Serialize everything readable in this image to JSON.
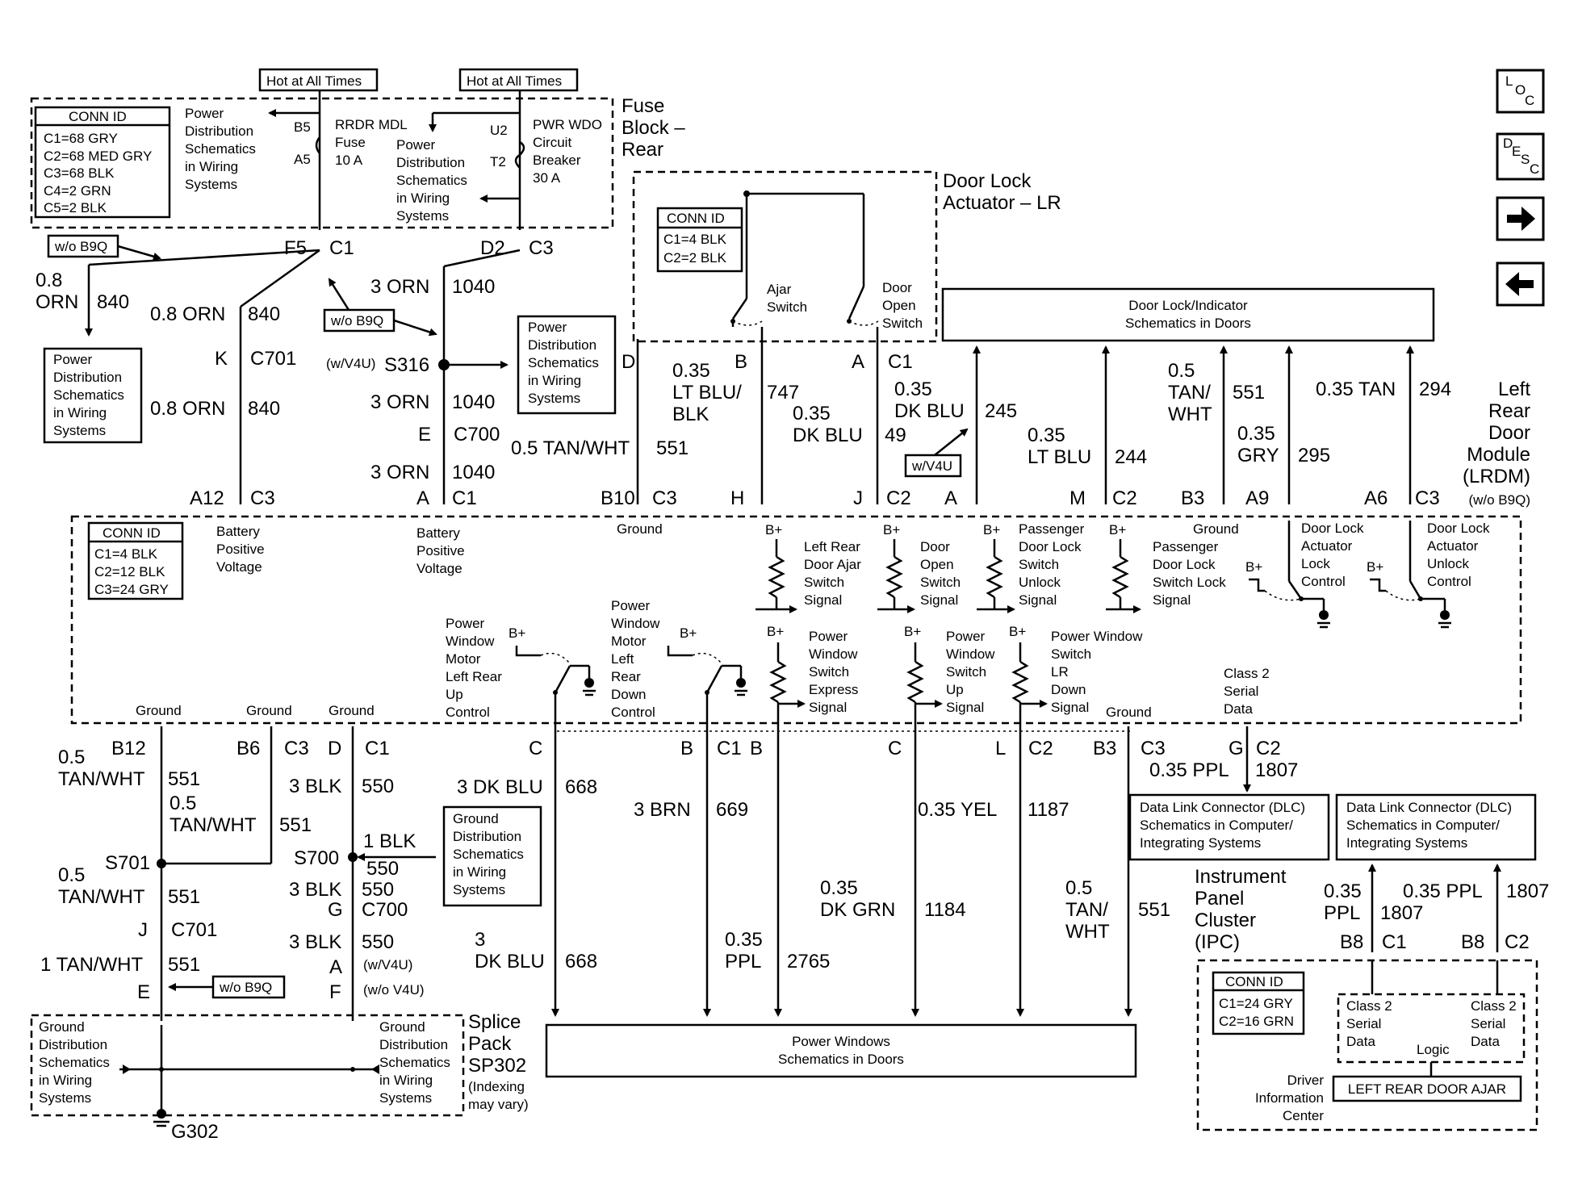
{
  "nav": {
    "loc_l": "L",
    "loc_o": "O",
    "loc_c": "C",
    "desc_d": "D",
    "desc_e": "E",
    "desc_s": "S",
    "desc_c": "C"
  },
  "top": {
    "hot1": "Hot at All Times",
    "hot2": "Hot at All Times",
    "conn_id": "CONN ID",
    "c1": "C1=68 GRY",
    "c2": "C2=68 MED GRY",
    "c3": "C3=68 BLK",
    "c4": "C4=2 GRN",
    "c5": "C5=2 BLK",
    "pd1": [
      "Power",
      "Distribution",
      "Schematics",
      "in Wiring",
      "Systems"
    ],
    "b5": "B5",
    "a5": "A5",
    "rrdr": "RRDR MDL",
    "fuse": "Fuse",
    "fuse_amp": "10 A",
    "pd2": [
      "Power",
      "Distribution",
      "Schematics",
      "in Wiring",
      "Systems"
    ],
    "u2": "U2",
    "t2": "T2",
    "pwr_wdo": "PWR WDO",
    "circuit": "Circuit",
    "breaker": "Breaker",
    "breaker_amp": "30 A",
    "fb1": "Fuse",
    "fb2": "Block –",
    "fb3": "Rear",
    "f5": "F5",
    "c1l": "C1",
    "d2": "D2",
    "c3l": "C3",
    "wo_b9q1": "w/o B9Q",
    "wo_b9q2": "w/o B9Q",
    "w08orn": "0.8",
    "w08orn2": "ORN",
    "w840": "840",
    "pd3": [
      "Power",
      "Distribution",
      "Schematics",
      "in Wiring",
      "Systems"
    ],
    "w08orn_b": "0.8 ORN",
    "w840_b": "840",
    "k": "K",
    "c701": "C701",
    "w08orn_c": "0.8 ORN",
    "w840_c": "840",
    "w3orn": "3 ORN",
    "w1040": "1040",
    "wv4u": "(w/V4U)",
    "s316": "S316",
    "pd4": [
      "Power",
      "Distribution",
      "Schematics",
      "in Wiring",
      "Systems"
    ],
    "w3orn_b": "3 ORN",
    "w1040_b": "1040",
    "e": "E",
    "c700": "C700",
    "w3orn_c": "3 ORN",
    "w1040_c": "1040",
    "a12": "A12",
    "c3m": "C3",
    "am": "A",
    "c1m": "C1"
  },
  "door": {
    "title1": "Door Lock",
    "title2": "Actuator – LR",
    "conn_id": "CONN ID",
    "c1": "C1=4 BLK",
    "c2": "C2=2 BLK",
    "ajar1": "Ajar",
    "ajar2": "Switch",
    "open1": "Door",
    "open2": "Open",
    "open3": "Switch",
    "dl_ind1": "Door Lock/Indicator",
    "dl_ind2": "Schematics in Doors",
    "pin_d": "D",
    "pin_b": "B",
    "pin_a": "A",
    "pin_c1": "C1"
  },
  "wires_mid": {
    "w035": "0.35",
    "ltblu": "LT BLU/",
    "blk": "BLK",
    "n747": "747",
    "w035b": "0.35",
    "dkblu": "DK BLU",
    "w035c": "0.35",
    "dkblu2": "DK BLU",
    "n245": "245",
    "n49": "49",
    "wv4u": "w/V4U",
    "w035d": "0.35",
    "ltblu2": "LT BLU",
    "n244": "244",
    "w05": "0.5",
    "tan": "TAN/",
    "wht": "WHT",
    "n551": "551",
    "w035e": "0.35",
    "gry": "GRY",
    "n295": "295",
    "w035tan": "0.35 TAN",
    "n294": "294",
    "tanwht05": "0.5 TAN/WHT",
    "n551b": "551",
    "lrdm1": "Left",
    "lrdm2": "Rear",
    "lrdm3": "Door",
    "lrdm4": "Module",
    "lrdm5": "(LRDM)",
    "lrdm6": "(w/o B9Q)",
    "b10": "B10",
    "c3": "C3",
    "h": "H",
    "j": "J",
    "c2": "C2",
    "a": "A",
    "m": "M",
    "c2b": "C2",
    "b3": "B3",
    "a9": "A9",
    "a6": "A6",
    "c3b": "C3"
  },
  "module": {
    "conn_id": "CONN ID",
    "c1": "C1=4 BLK",
    "c2": "C2=12 BLK",
    "c3": "C3=24 GRY",
    "bpv1": [
      "Battery",
      "Positive",
      "Voltage"
    ],
    "bpv2": [
      "Battery",
      "Positive",
      "Voltage"
    ],
    "ground_top": "Ground",
    "bplus": "B+",
    "lrdas": [
      "Left Rear",
      "Door Ajar",
      "Switch",
      "Signal"
    ],
    "doss": [
      "Door",
      "Open",
      "Switch",
      "Signal"
    ],
    "pdlsu": [
      "Passenger",
      "Door Lock",
      "Switch",
      "Unlock",
      "Signal"
    ],
    "pdlsl": [
      "Ground",
      "Passenger",
      "Door Lock",
      "Switch Lock",
      "Signal"
    ],
    "dlalc": [
      "Door Lock",
      "Actuator",
      "Lock",
      "Control"
    ],
    "dlauc": [
      "Door Lock",
      "Actuator",
      "Unlock",
      "Control"
    ],
    "pwmlru": [
      "Power",
      "Window",
      "Motor",
      "Left Rear",
      "Up",
      "Control"
    ],
    "pwmlrd": [
      "Power",
      "Window",
      "Motor",
      "Left",
      "Rear",
      "Down",
      "Control"
    ],
    "pwses": [
      "Power",
      "Window",
      "Switch",
      "Express",
      "Signal"
    ],
    "pwsus": [
      "Power",
      "Window",
      "Switch",
      "Up",
      "Signal"
    ],
    "pwslrd": [
      "Power Window",
      "Switch",
      "LR",
      "Down",
      "Signal"
    ],
    "c2sd": [
      "Class 2",
      "Serial",
      "Data"
    ],
    "gnd1": "Ground",
    "gnd2": "Ground",
    "gnd3": "Ground",
    "gnd4": "Ground"
  },
  "bottom": {
    "b12": "B12",
    "b6": "B6",
    "c3": "C3",
    "d": "D",
    "c1": "C1",
    "c": "C",
    "b": "B",
    "c1b": "C1",
    "bb": "B",
    "cc": "C",
    "l": "L",
    "c2": "C2",
    "b3": "B3",
    "c3b": "C3",
    "w05": "0.5",
    "tanwht": "TAN/WHT",
    "n551": "551",
    "w05b": "0.5",
    "tanwht2": "TAN/WHT",
    "n551b": "551",
    "s701": "S701",
    "w05c": "0.5",
    "tanwht3": "TAN/WHT",
    "n551c": "551",
    "j": "J",
    "c701": "C701",
    "tw1": "1 TAN/WHT",
    "n551d": "551",
    "e": "E",
    "wo_b9q": "w/o B9Q",
    "blk3": "3 BLK",
    "n550": "550",
    "blk1": "1 BLK",
    "n550b": "550",
    "s700": "S700",
    "gd": [
      "Ground",
      "Distribution",
      "Schematics",
      "in Wiring",
      "Systems"
    ],
    "blk3b": "3 BLK",
    "n550c": "550",
    "g": "G",
    "c700": "C700",
    "blk3c": "3 BLK",
    "n550d": "550",
    "wv4u": "(w/V4U)",
    "a": "A",
    "wov4u": "(w/o V4U)",
    "f": "F",
    "dkblu3": "3 DK BLU",
    "n668": "668",
    "dkblu3b_1": "3",
    "dkblu3b_2": "DK BLU",
    "n668b": "668",
    "brn3": "3 BRN",
    "n669": "669",
    "ppl035": "0.35",
    "ppl": "PPL",
    "n2765": "2765",
    "yel035": "0.35 YEL",
    "n1187": "1187",
    "grn035": "0.35",
    "dkgrn": "DK GRN",
    "n1184": "1184",
    "tw05": "0.5",
    "tw05b": "TAN/",
    "tw05c": "WHT",
    "n551e": "551",
    "pw1": "Power Windows",
    "pw2": "Schematics in Doors",
    "gd1": [
      "Ground",
      "Distribution",
      "Schematics",
      "in Wiring",
      "Systems"
    ],
    "gd2": [
      "Ground",
      "Distribution",
      "Schematics",
      "in Wiring",
      "Systems"
    ],
    "sp1": "Splice",
    "sp2": "Pack",
    "sp3": "SP302",
    "sp4": "(Indexing",
    "sp5": "may vary)",
    "g302": "G302",
    "c2c": "C2",
    "ppl035b": "0.35 PPL",
    "n1807": "1807",
    "dlc1": [
      "Data Link Connector (DLC)",
      "Schematics in Computer/",
      "Integrating Systems"
    ],
    "dlc2": [
      "Data Link Connector (DLC)",
      "Schematics in Computer/",
      "Integrating Systems"
    ],
    "ipc": [
      "Instrument",
      "Panel",
      "Cluster",
      "(IPC)"
    ],
    "ppl035c": "0.35",
    "pplb": "PPL",
    "n1807b": "1807",
    "ppl035d": "0.35 PPL",
    "n1807c": "1807",
    "b8": "B8",
    "c1c": "C1",
    "b8b": "B8",
    "c2d": "C2",
    "conn_id": "CONN ID",
    "ic1": "C1=24 GRY",
    "ic2": "C2=16 GRN",
    "cl2a": [
      "Class 2",
      "Serial",
      "Data"
    ],
    "cl2b": [
      "Class 2",
      "Serial",
      "Data"
    ],
    "logic": "Logic",
    "dic": [
      "Driver",
      "Information",
      "Center"
    ],
    "lrda": "LEFT REAR DOOR AJAR"
  }
}
